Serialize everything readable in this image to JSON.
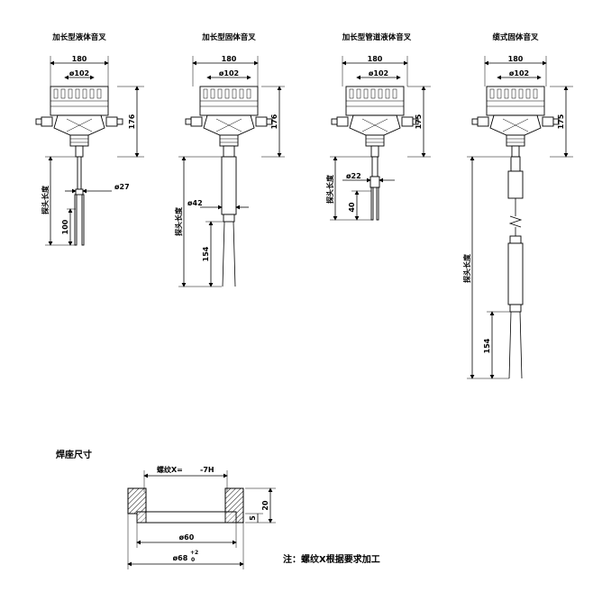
{
  "views": [
    {
      "title": "加长型液体音叉",
      "width": "180",
      "dia": "ø102",
      "height": "176",
      "probe": "探头长度",
      "tube": "ø27",
      "fork": "100"
    },
    {
      "title": "加长型固体音叉",
      "width": "180",
      "dia": "ø102",
      "height": "176",
      "probe": "探头长度",
      "tube": "ø42",
      "fork": "154"
    },
    {
      "title": "加长型管道液体音叉",
      "width": "180",
      "dia": "ø102",
      "height": "175",
      "probe": "探头长度",
      "tube": "ø22",
      "fork": "40"
    },
    {
      "title": "缆式固体音叉",
      "width": "180",
      "dia": "ø102",
      "height": "175",
      "probe": "探头长度",
      "fork": "154"
    }
  ],
  "weld": {
    "title": "焊座尺寸",
    "thread": "螺纹X=",
    "thread_tol": "-7H",
    "h20": "20",
    "h5": "5",
    "d60": "ø60",
    "d68": "ø68",
    "tol_up": "+2",
    "tol_low": "0",
    "note": "注：螺纹X根据要求加工"
  }
}
